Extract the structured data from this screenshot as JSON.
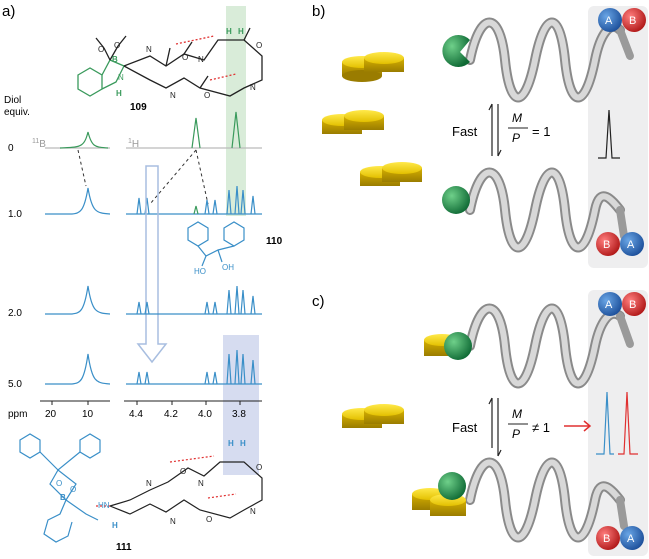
{
  "panels": {
    "a": {
      "label": "a)"
    },
    "b": {
      "label": "b)"
    },
    "c": {
      "label": "c)"
    }
  },
  "nmr": {
    "diol_header_line1": "Diol",
    "diol_header_line2": "equiv.",
    "equiv_values": [
      "0",
      "1.0",
      "2.0",
      "5.0"
    ],
    "nucleus_b": "11B",
    "nucleus_h": "1H",
    "axis_unit": "ppm",
    "b_ticks": [
      "20",
      "10"
    ],
    "h_ticks": [
      "4.4",
      "4.2",
      "4.0",
      "3.8"
    ]
  },
  "compounds": {
    "c109": "109",
    "c110": "110",
    "c111": "111"
  },
  "mechanism": {
    "fast_b": "Fast",
    "ratio_b": "= 1",
    "fast_c": "Fast",
    "ratio_c": "≠ 1",
    "M": "M",
    "P": "P"
  },
  "end_labels": {
    "A": "A",
    "B": "B"
  },
  "colors": {
    "green": "#3a9a5c",
    "blue": "#3a8fc8",
    "gold": "#e6c200",
    "highlight_green": "#d9ecd9",
    "highlight_blue": "#d6dcf0",
    "gray_panel": "#eeeeef",
    "red": "#e03030"
  }
}
